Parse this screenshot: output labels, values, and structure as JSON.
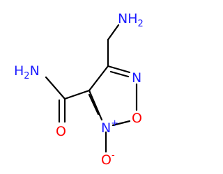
{
  "molecule": {
    "atoms": {
      "amine": {
        "symbol": "NH",
        "subscript": "2",
        "color": "#1a1aff"
      },
      "amide_n": {
        "symbol": "H",
        "subscript": "2",
        "symbol2": "N",
        "color": "#1a1aff"
      },
      "amide_o": {
        "symbol": "O",
        "color": "#ff0000"
      },
      "ring_n_top": {
        "symbol": "N",
        "color": "#1a1aff"
      },
      "ring_o": {
        "symbol": "O",
        "color": "#ff0000"
      },
      "ring_n_plus": {
        "symbol": "N",
        "charge": "+",
        "color": "#1a1aff"
      },
      "oxide_o": {
        "symbol": "O",
        "charge": "-",
        "color": "#ff0000"
      }
    }
  }
}
